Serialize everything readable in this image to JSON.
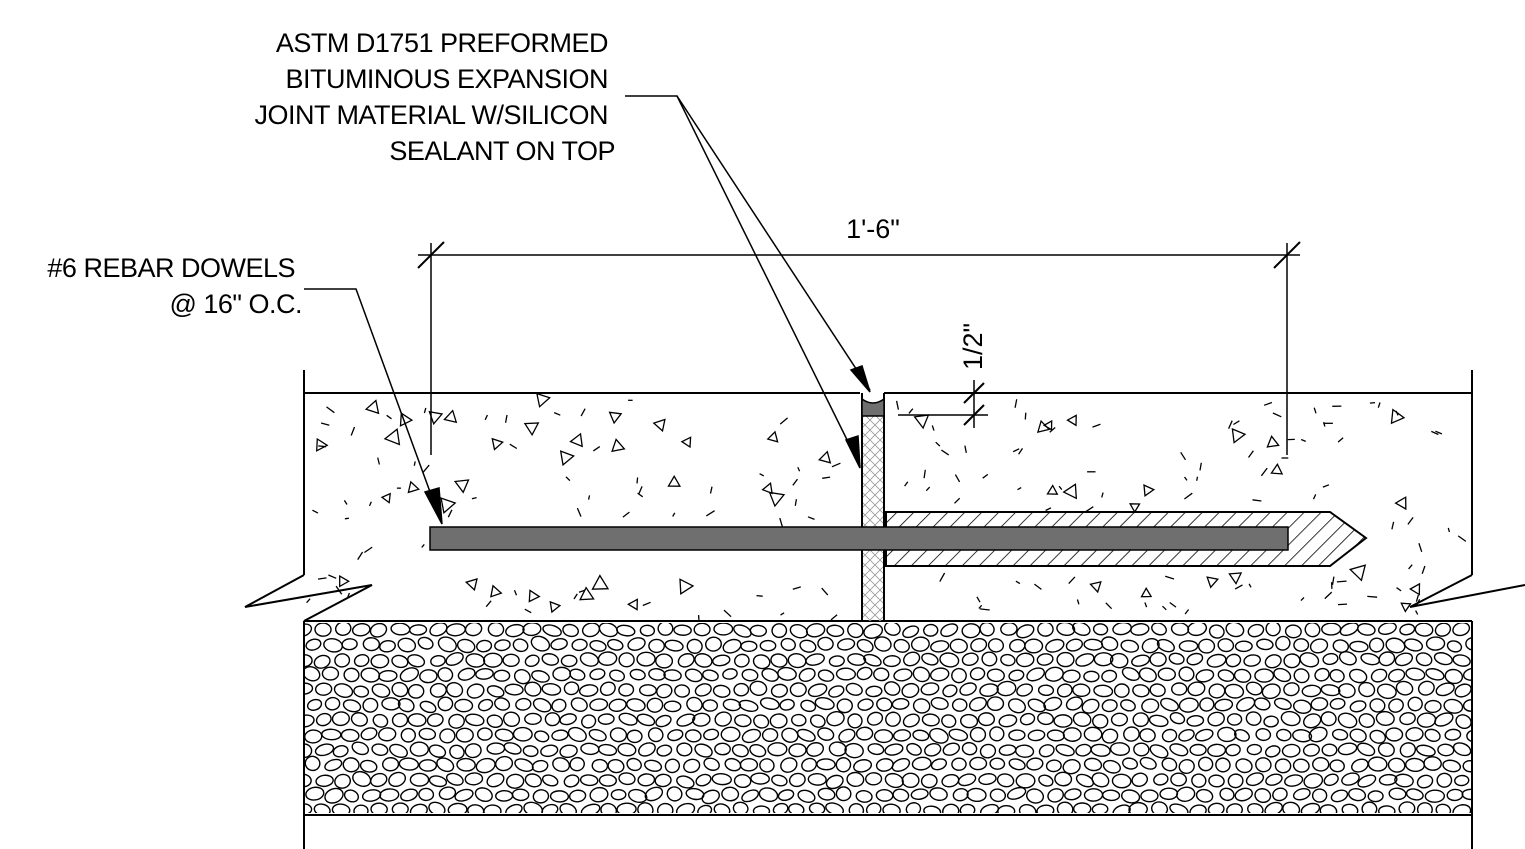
{
  "callouts": {
    "joint_material": {
      "lines": [
        "ASTM D1751 PREFORMED",
        "BITUMINOUS EXPANSION",
        "JOINT MATERIAL W/SILICON",
        "SEALANT ON TOP"
      ]
    },
    "dowels": {
      "lines": [
        "#6 REBAR DOWELS",
        "@ 16\" O.C."
      ]
    }
  },
  "dimensions": {
    "dowel_length": "1'-6\"",
    "joint_width": "1/2\""
  },
  "colors": {
    "line": "#000000",
    "dowel_fill": "#6f6f6f",
    "sealant_fill": "#6f6f6f",
    "background": "#ffffff"
  }
}
